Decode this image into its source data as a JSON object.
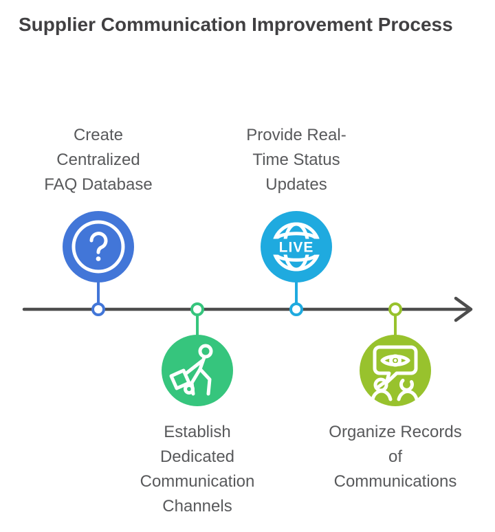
{
  "title": "Supplier Communication Improvement Process",
  "colors": {
    "title_text": "#414042",
    "label_text": "#58595b",
    "timeline_line": "#4d4d4d",
    "background": "#ffffff"
  },
  "timeline": {
    "orientation": "horizontal",
    "arrow_direction": "right"
  },
  "steps": [
    {
      "label": "Create Centralized FAQ Database",
      "color": "#4276d8",
      "icon": "question-mark-icon",
      "side": "above"
    },
    {
      "label": "Establish Dedicated Communication Channels",
      "color": "#36c57d",
      "icon": "worker-pushing-cart-icon",
      "side": "below"
    },
    {
      "label": "Provide Real-Time Status Updates",
      "color": "#1faadf",
      "icon": "live-globe-icon",
      "icon_text": "LIVE",
      "side": "above"
    },
    {
      "label": "Organize Records of Communications",
      "color": "#98c22d",
      "icon": "eye-speech-bubble-people-icon",
      "side": "below"
    }
  ]
}
